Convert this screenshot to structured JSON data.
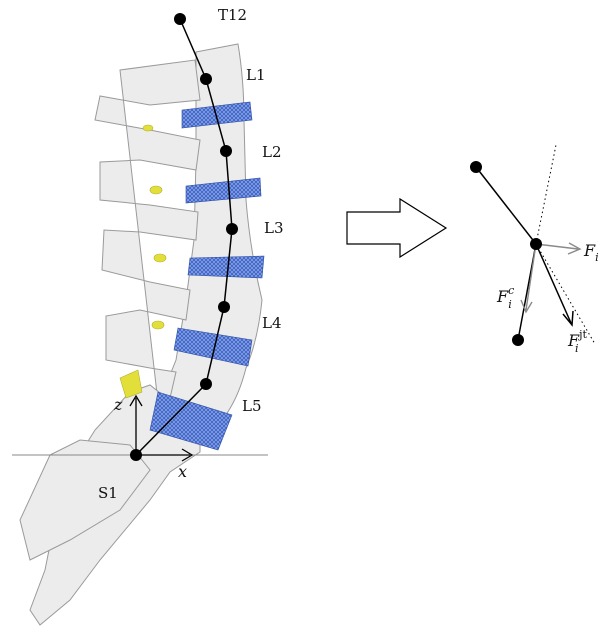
{
  "diagram": {
    "vertebra_labels": [
      "T12",
      "L1",
      "L2",
      "L3",
      "L4",
      "L5",
      "S1"
    ],
    "axis_labels": {
      "z": "z",
      "x": "x"
    },
    "force_labels": {
      "F_base": "F",
      "sub_i": "i",
      "sup_c": "c",
      "sup_jt": "jt"
    },
    "colors": {
      "bone": "#ececec",
      "bone_outline": "#9a9a9a",
      "disc": "#3c63c8",
      "facet": "#e3df3a",
      "chain": "#000000",
      "force_gray": "#8a8a8a"
    }
  }
}
